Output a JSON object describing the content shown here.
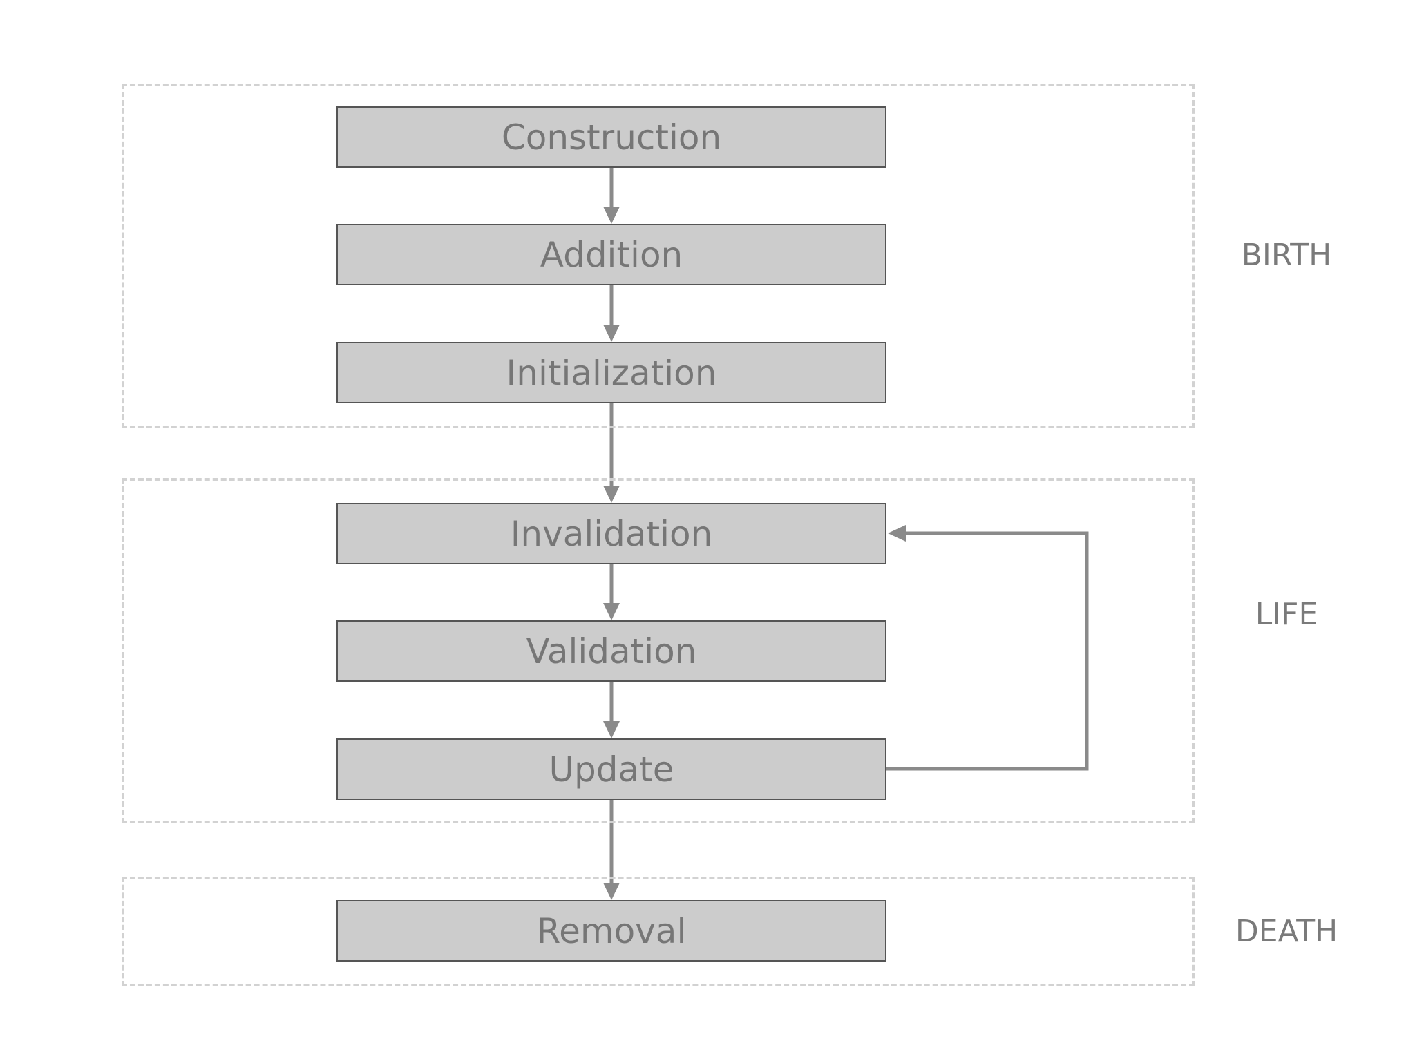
{
  "diagram": {
    "phases": [
      {
        "id": "birth",
        "label": "BIRTH"
      },
      {
        "id": "life",
        "label": "LIFE"
      },
      {
        "id": "death",
        "label": "DEATH"
      }
    ],
    "stages": [
      {
        "id": "construction",
        "label": "Construction",
        "phase": "birth"
      },
      {
        "id": "addition",
        "label": "Addition",
        "phase": "birth"
      },
      {
        "id": "initialization",
        "label": "Initialization",
        "phase": "birth"
      },
      {
        "id": "invalidation",
        "label": "Invalidation",
        "phase": "life"
      },
      {
        "id": "validation",
        "label": "Validation",
        "phase": "life"
      },
      {
        "id": "update",
        "label": "Update",
        "phase": "life"
      },
      {
        "id": "removal",
        "label": "Removal",
        "phase": "death"
      }
    ],
    "edges": [
      {
        "from": "construction",
        "to": "addition"
      },
      {
        "from": "addition",
        "to": "initialization"
      },
      {
        "from": "initialization",
        "to": "invalidation"
      },
      {
        "from": "invalidation",
        "to": "validation"
      },
      {
        "from": "validation",
        "to": "update"
      },
      {
        "from": "update",
        "to": "invalidation",
        "kind": "loop-back"
      },
      {
        "from": "update",
        "to": "removal"
      }
    ],
    "colors": {
      "box_fill": "#cccccc",
      "box_border": "#555555",
      "text": "#767676",
      "arrow": "#8a8a8a",
      "group_border": "#d2d2d2"
    }
  }
}
